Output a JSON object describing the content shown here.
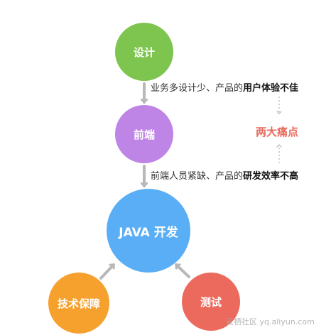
{
  "nodes": {
    "design": "设计",
    "frontend": "前端",
    "java": "JAVA 开发",
    "tech": "技术保障",
    "test": "测试"
  },
  "notes": {
    "first": {
      "prefix": "业务多设计少、产品的",
      "emphasis": "用户体验不佳"
    },
    "second": {
      "prefix": "前端人员紧缺、产品的",
      "emphasis": "研发效率不高"
    }
  },
  "pain_points": "两大痛点",
  "watermark": "云栖社区 yq.aliyun.com",
  "colors": {
    "design": "#7ec550",
    "frontend": "#be84e6",
    "java": "#5aaef6",
    "tech": "#f6a02e",
    "test": "#eb6a5d",
    "pain": "#e86a5c",
    "arrow": "#b8b8b8"
  }
}
